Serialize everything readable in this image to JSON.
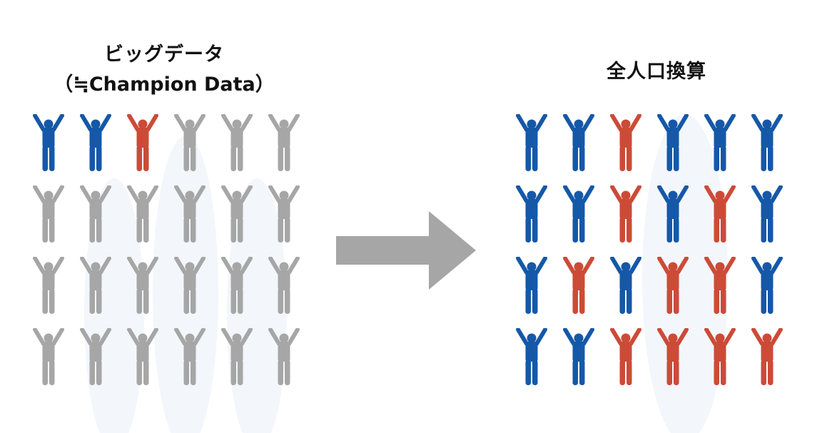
{
  "left_panel": {
    "title_line1": "ビッグデータ",
    "title_line2": "（≒Champion Data）",
    "rows": [
      [
        "blue",
        "blue",
        "red",
        "gray",
        "gray",
        "gray"
      ],
      [
        "gray",
        "gray",
        "gray",
        "gray",
        "gray",
        "gray"
      ],
      [
        "gray",
        "gray",
        "gray",
        "gray",
        "gray",
        "gray"
      ],
      [
        "gray",
        "gray",
        "gray",
        "gray",
        "gray",
        "gray"
      ]
    ]
  },
  "right_panel": {
    "title": "全人口換算",
    "rows": [
      [
        "blue",
        "blue",
        "red",
        "blue",
        "blue",
        "blue"
      ],
      [
        "blue",
        "blue",
        "red",
        "blue",
        "red",
        "blue"
      ],
      [
        "blue",
        "red",
        "blue",
        "red",
        "red",
        "blue"
      ],
      [
        "blue",
        "blue",
        "red",
        "red",
        "red",
        "red"
      ]
    ]
  },
  "colors": {
    "blue": "#1558a8",
    "red": "#cc4b37",
    "gray": "#a6a6a6",
    "arrow": "#a6a6a6"
  },
  "icons": {
    "person": "person-arms-up-icon",
    "arrow": "arrow-right-icon"
  }
}
